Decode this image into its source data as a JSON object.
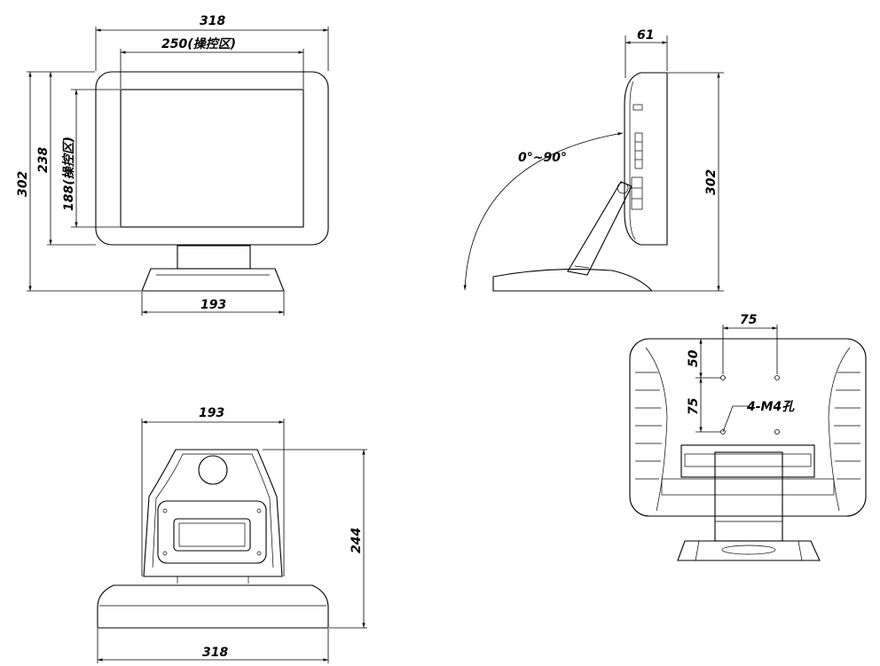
{
  "front_view": {
    "width_total": "318",
    "width_touch": "250(操控区)",
    "height_total": "302",
    "height_screen": "238",
    "height_touch": "188(操控区)",
    "base_width": "193"
  },
  "side_view": {
    "depth": "61",
    "tilt_range": "0°~90°",
    "height_total": "302"
  },
  "rear_stand_view": {
    "stand_width": "193",
    "base_width": "318",
    "height": "244"
  },
  "back_view": {
    "vesa_horizontal": "75",
    "vesa_upper_offset": "50",
    "vesa_vertical": "75",
    "mount_holes": "4-M4孔"
  }
}
